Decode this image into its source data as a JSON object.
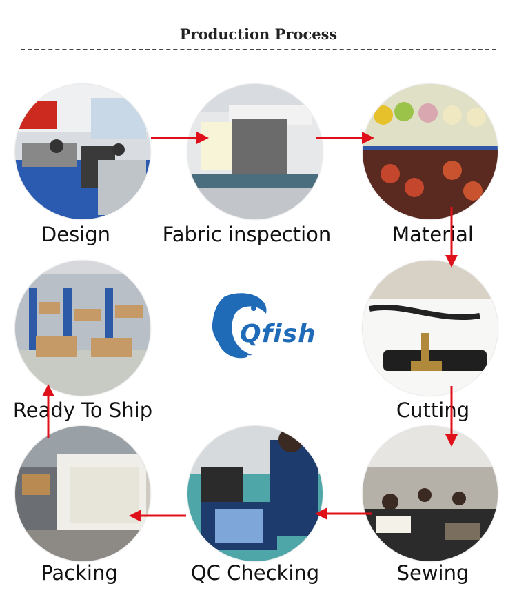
{
  "header": {
    "title": "Production Process"
  },
  "steps": [
    {
      "label": "Design"
    },
    {
      "label": "Fabric inspection"
    },
    {
      "label": "Material"
    },
    {
      "label": "Cutting"
    },
    {
      "label": "Sewing"
    },
    {
      "label": "QC Checking"
    },
    {
      "label": "Packing"
    },
    {
      "label": "Ready To Ship"
    }
  ],
  "logo": {
    "text": "Qfish",
    "icon": "fish-icon"
  },
  "colors": {
    "arrow": "#e0101a",
    "brand": "#1f6bb7",
    "rule": "#444444"
  }
}
